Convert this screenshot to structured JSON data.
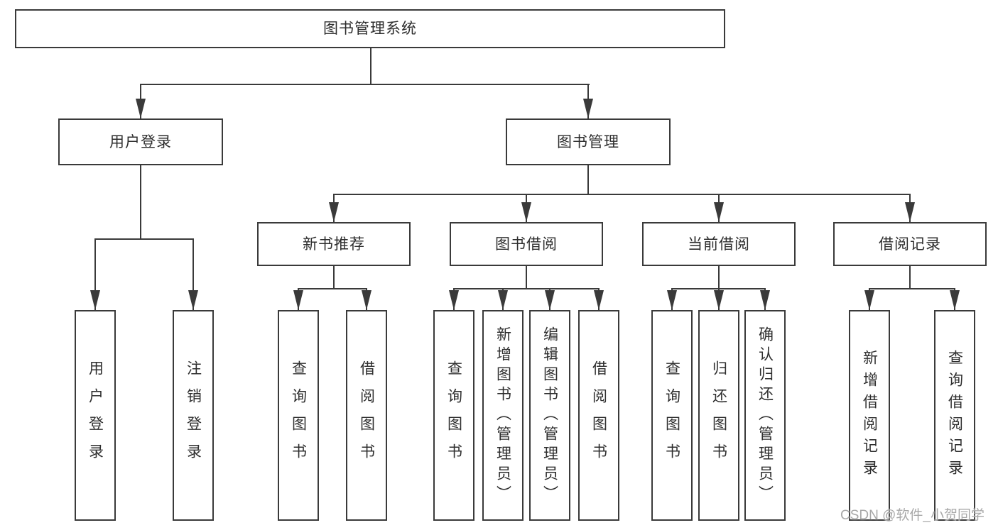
{
  "tree": {
    "root": {
      "label": "图书管理系统"
    },
    "level2": [
      {
        "label": "用户登录",
        "leaves": [
          {
            "label": "用户登录"
          },
          {
            "label": "注销登录"
          }
        ]
      },
      {
        "label": "图书管理",
        "level3": [
          {
            "label": "新书推荐",
            "leaves": [
              {
                "label": "查询图书"
              },
              {
                "label": "借阅图书"
              }
            ]
          },
          {
            "label": "图书借阅",
            "leaves": [
              {
                "label": "查询图书"
              },
              {
                "label": "新增图书（管理员）"
              },
              {
                "label": "编辑图书（管理员）"
              },
              {
                "label": "借阅图书"
              }
            ]
          },
          {
            "label": "当前借阅",
            "leaves": [
              {
                "label": "查询图书"
              },
              {
                "label": "归还图书"
              },
              {
                "label": "确认归还（管理员）"
              }
            ]
          },
          {
            "label": "借阅记录",
            "leaves": [
              {
                "label": "新增借阅记录"
              },
              {
                "label": "查询借阅记录"
              }
            ]
          }
        ]
      }
    ]
  },
  "watermark": {
    "text": "CSDN @软件_小贺同学"
  },
  "colors": {
    "line": "#3a3a3a",
    "text": "#2e2e2e",
    "watermark": "#a8a8a8",
    "background": "#ffffff"
  }
}
